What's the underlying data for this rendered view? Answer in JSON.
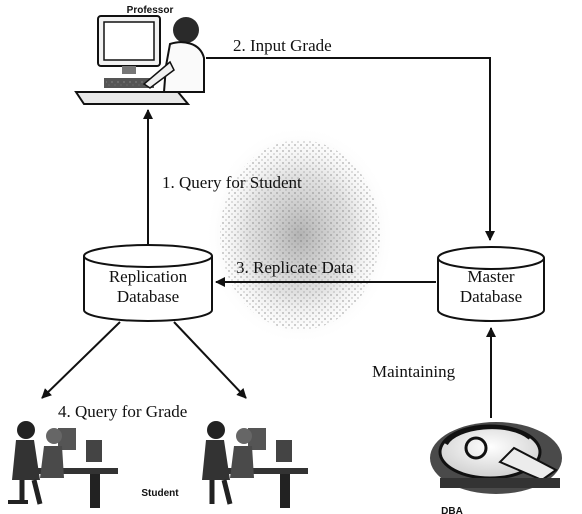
{
  "diagram": {
    "actors": {
      "professor": "Professor",
      "student": "Student",
      "dba": "DBA"
    },
    "databases": {
      "replication": {
        "line1": "Replication",
        "line2": "Database"
      },
      "master": {
        "line1": "Master",
        "line2": "Database"
      }
    },
    "flows": {
      "query_student": "1. Query for Student",
      "input_grade": "2. Input Grade",
      "replicate": "3. Replicate Data",
      "query_grade": "4. Query for Grade",
      "maintaining": "Maintaining"
    }
  }
}
